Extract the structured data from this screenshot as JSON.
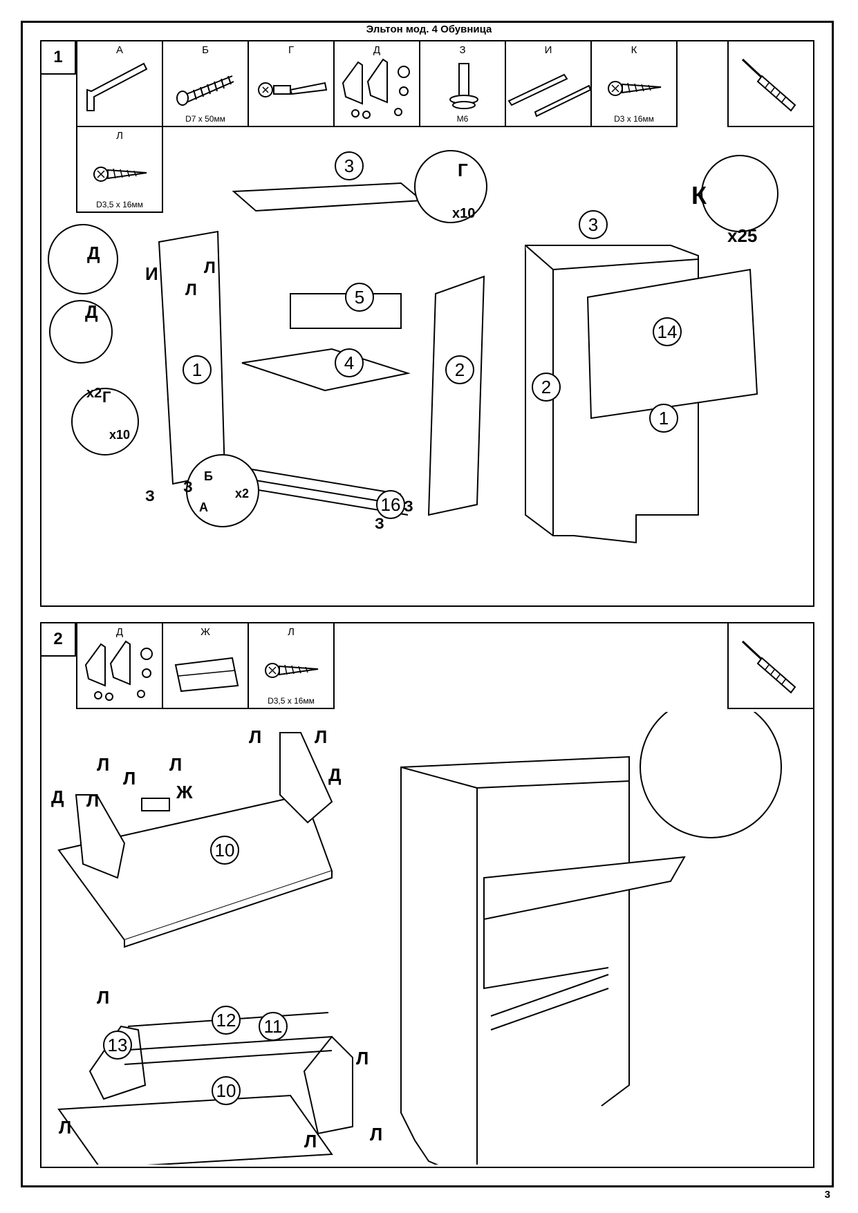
{
  "title": "Эльтон мод. 4 Обувница",
  "page_number": "3",
  "step1": {
    "number": "1",
    "parts": [
      {
        "letter": "А",
        "size": "",
        "icon": "hex-key-icon"
      },
      {
        "letter": "Б",
        "size": "D7 x 50мм",
        "icon": "confirmat-screw-icon"
      },
      {
        "letter": "Г",
        "size": "",
        "icon": "cam-lock-icon"
      },
      {
        "letter": "Д",
        "size": "",
        "icon": "lift-mechanism-icon"
      },
      {
        "letter": "З",
        "size": "М6",
        "icon": "adjustable-foot-icon"
      },
      {
        "letter": "И",
        "size": "",
        "icon": "rail-icon"
      },
      {
        "letter": "К",
        "size": "D3 x 16мм",
        "icon": "wood-screw-icon"
      },
      {
        "letter": "Л",
        "size": "D3,5 x 16мм",
        "icon": "wood-screw-icon"
      }
    ],
    "tool": "screwdriver-icon",
    "callouts": {
      "g_top": "Г",
      "g_top_count": "x10",
      "k": "К",
      "k_count": "x25",
      "d1": "Д",
      "d2": "Д",
      "d2_count": "x2",
      "g_left": "Г",
      "g_left_count": "x10",
      "b": "Б",
      "a": "А",
      "b_count": "x2",
      "i": "И",
      "l1": "Л",
      "l2": "Л",
      "z1": "З",
      "z2": "З",
      "z3": "З",
      "z4": "З"
    },
    "panels": [
      "3",
      "5",
      "4",
      "1",
      "2",
      "16",
      "3",
      "2",
      "14",
      "1"
    ]
  },
  "step2": {
    "number": "2",
    "parts": [
      {
        "letter": "Д",
        "size": "",
        "icon": "lift-mechanism-icon"
      },
      {
        "letter": "Ж",
        "size": "",
        "icon": "handle-icon"
      },
      {
        "letter": "Л",
        "size": "D3,5 x 16мм",
        "icon": "wood-screw-icon"
      }
    ],
    "tool": "screwdriver-icon",
    "labels": {
      "l": "Л",
      "d": "Д",
      "zh": "Ж"
    },
    "panels": [
      "10",
      "12",
      "11",
      "13",
      "10"
    ]
  }
}
